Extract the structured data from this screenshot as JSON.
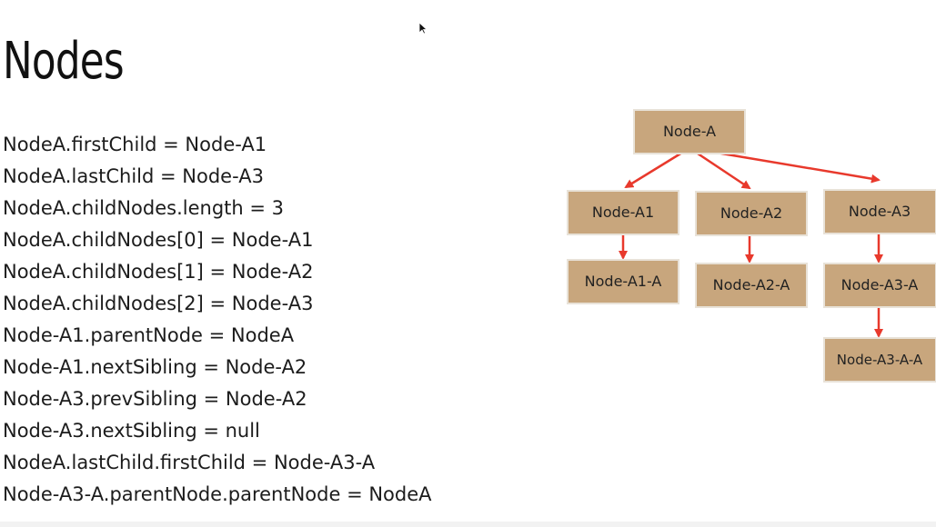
{
  "slide": {
    "title": "Nodes",
    "code_lines": [
      "NodeA.firstChild = Node-A1",
      "NodeA.lastChild = Node-A3",
      "NodeA.childNodes.length = 3",
      "NodeA.childNodes[0] = Node-A1",
      "NodeA.childNodes[1] = Node-A2",
      "NodeA.childNodes[2] = Node-A3",
      "Node-A1.parentNode = NodeA",
      "Node-A1.nextSibling = Node-A2",
      "Node-A3.prevSibling = Node-A2",
      "Node-A3.nextSibling = null",
      "NodeA.lastChild.firstChild = Node-A3-A",
      "Node-A3-A.parentNode.parentNode = NodeA"
    ]
  },
  "diagram": {
    "nodes": {
      "root": "Node-A",
      "a1": "Node-A1",
      "a2": "Node-A2",
      "a3": "Node-A3",
      "a1a": "Node-A1-A",
      "a2a": "Node-A2-A",
      "a3a": "Node-A3-A",
      "a3aa": "Node-A3-A-A"
    },
    "colors": {
      "node_fill": "#c8a67d",
      "arrow": "#e8392c"
    }
  },
  "icons": {
    "cursor": "mouse-pointer-icon"
  }
}
